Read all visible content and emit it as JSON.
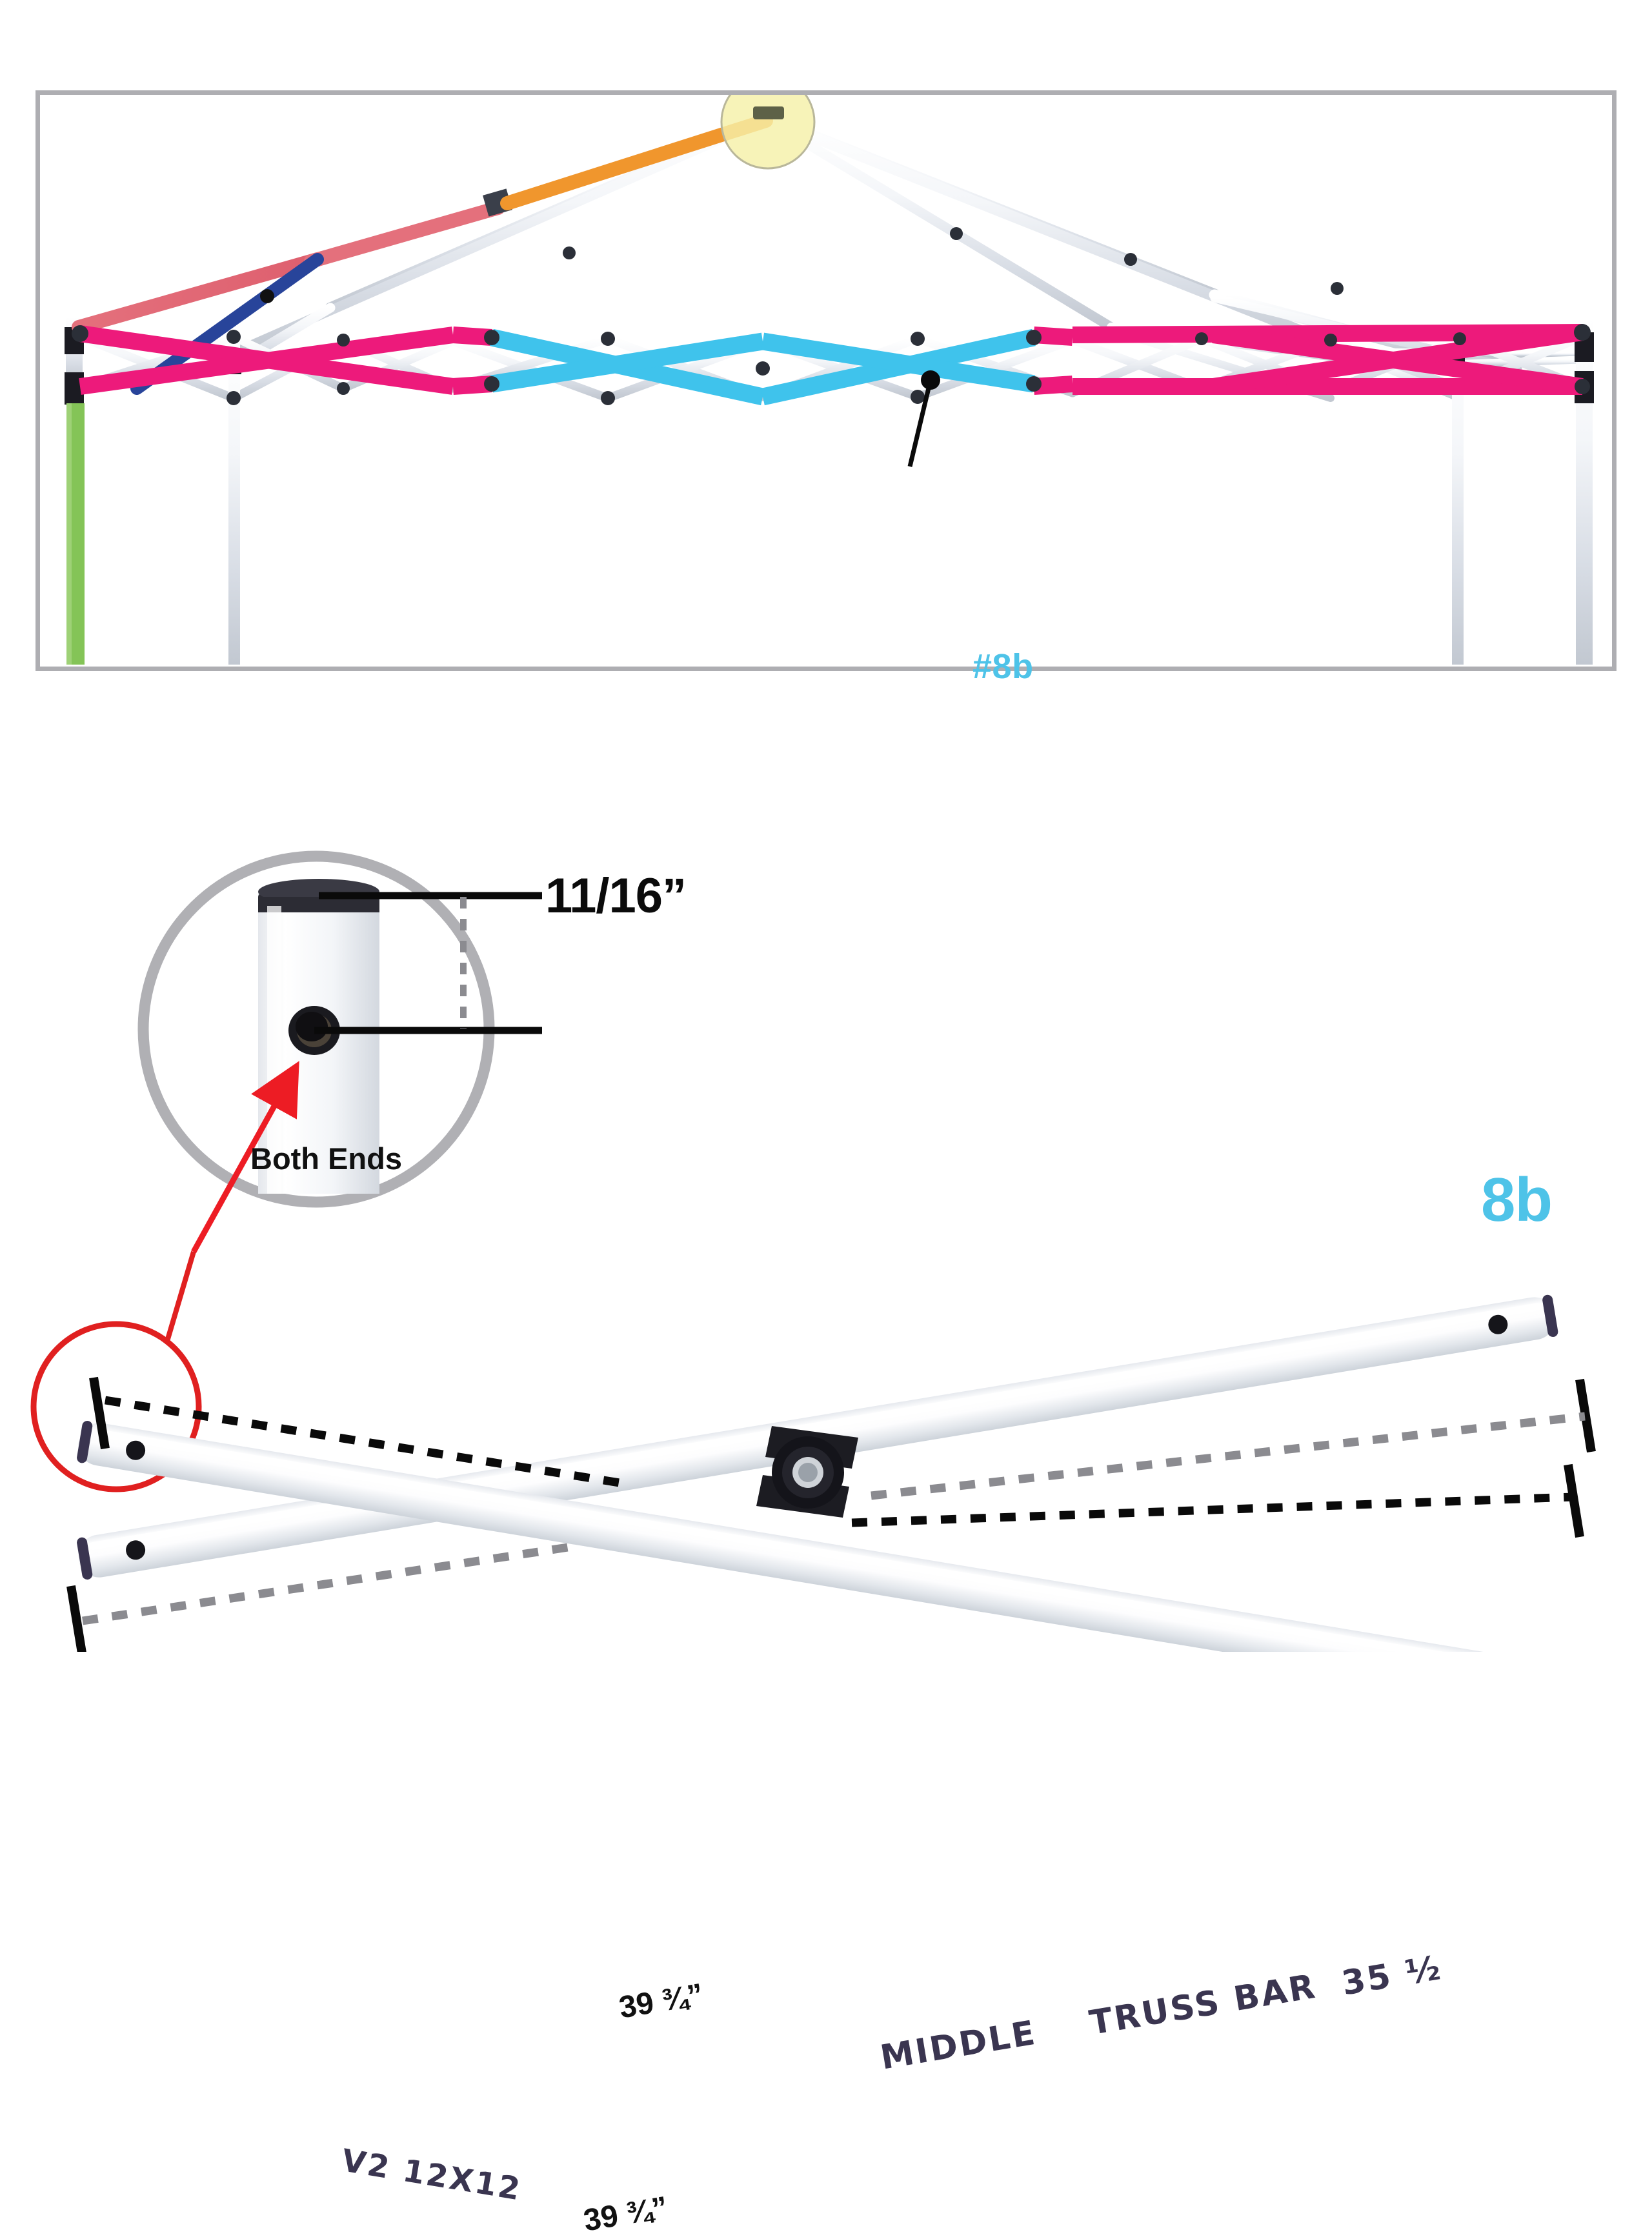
{
  "page": {
    "part_number_label": "8b",
    "frame_callout_label": "#8b"
  },
  "frame_panel": {
    "name": "canopy-frame-assembly-diagram",
    "border_color": "#AEAEB2",
    "highlight_circle_color": "#F5F0A8",
    "callout": {
      "label": "#8b",
      "color": "#4EC3E8"
    },
    "color_key": {
      "middle_truss_bar_8b": "#3FC3EC",
      "outer_truss_bar": "#ED1A7B",
      "upper_rafter": "#E4707C",
      "peak_rafter": "#F0962D",
      "side_brace": "#28449A",
      "leg_pole": "#84C457",
      "plain_tube": "#E9EDF2"
    }
  },
  "detail_callout": {
    "magnifier_name": "tube-end-magnifier",
    "dimension_label": "11/16”",
    "both_ends_label": "Both Ends",
    "arrow_color": "#ED1C24",
    "circle_color": "#B0B0B4",
    "red_circle_color": "#E02020"
  },
  "part_detail": {
    "bars": [
      {
        "name": "upper-truss-bar",
        "dimension": "39 ¾”",
        "marker_text_1": "MIDDLE",
        "marker_text_2": "TRUSS BAR",
        "marker_text_3": "35 ½"
      },
      {
        "name": "lower-truss-bar",
        "dimension": "39 ¾”",
        "marker_text_1": "V2  12X12"
      }
    ]
  }
}
